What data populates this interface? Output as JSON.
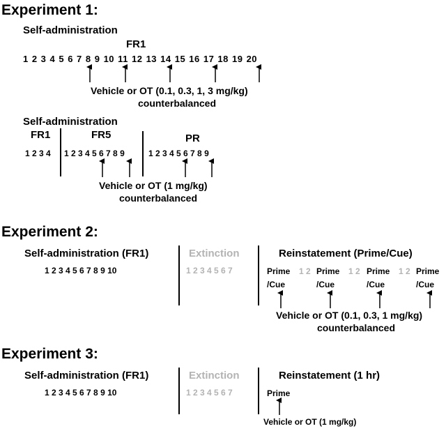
{
  "experiment1": {
    "title": "Experiment 1:",
    "block1": {
      "label": "Self-administration",
      "schedule": "FR1",
      "sessions": "1 2 3 4 5 6 7 8 9 10 11 12 13 14 15 16 17 18 19 20",
      "note_line1": "Vehicle or OT (0.1, 0.3, 1, 3 mg/kg)",
      "note_line2": "counterbalanced"
    },
    "block2": {
      "label": "Self-administration",
      "fr1": {
        "label": "FR1",
        "sessions": "1 2 3 4"
      },
      "fr5": {
        "label": "FR5",
        "sessions": "1 2 3 4 5 6 7 8 9"
      },
      "pr": {
        "label": "PR",
        "sessions": "1 2 3 4 5 6 7 8 9"
      },
      "note_line1": "Vehicle or OT (1 mg/kg)",
      "note_line2": "counterbalanced"
    }
  },
  "experiment2": {
    "title": "Experiment 2:",
    "selfadmin": {
      "label": "Self-administration (FR1)",
      "sessions": "1 2 3 4 5 6 7 8 9 10"
    },
    "extinction": {
      "label": "Extinction",
      "sessions": "1 2 3 4 5 6 7"
    },
    "reinstatement": {
      "label": "Reinstatement (Prime/Cue)",
      "test_line1": "Prime",
      "test_line2": "/Cue",
      "gap": "1 2",
      "note_line1": "Vehicle or OT (0.1, 0.3, 1 mg/kg)",
      "note_line2": "counterbalanced"
    }
  },
  "experiment3": {
    "title": "Experiment 3:",
    "selfadmin": {
      "label": "Self-administration (FR1)",
      "sessions": "1 2 3 4 5 6 7 8 9 10"
    },
    "extinction": {
      "label": "Extinction",
      "sessions": "1 2 3 4 5 6 7"
    },
    "reinstatement": {
      "label": "Reinstatement (1 hr)",
      "test": "Prime",
      "note": "Vehicle or OT (1 mg/kg)"
    }
  },
  "colors": {
    "text": "#000000",
    "extinction": "#b3b3b3"
  }
}
